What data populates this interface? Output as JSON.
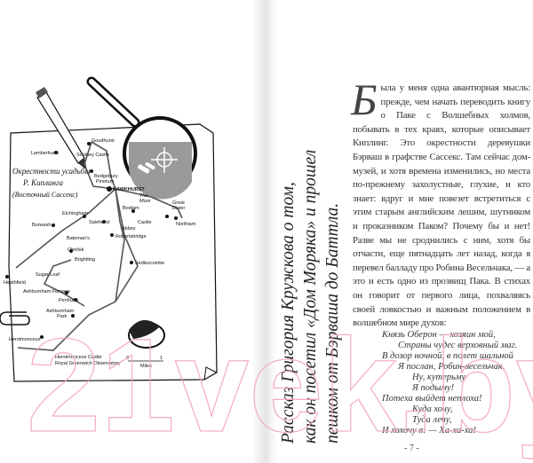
{
  "left_page": {
    "map": {
      "caption_lines": [
        "Окрестности усадьбы",
        "Р. Киплинга",
        "(Восточный Сассекс)"
      ],
      "labels": [
        "Goudhurst",
        "Lamberhurst",
        "Scotney Castle",
        "Bedgebury",
        "Pinetum",
        "HAWKHURST",
        "The",
        "Moor",
        "Great",
        "Dixter",
        "Bodiam",
        "Castle",
        "Northiam",
        "Etchingham",
        "Burwash",
        "Salehurst",
        "Abbey",
        "Bateman's",
        "Robertsbridge",
        "Obelisk",
        "Brightling",
        "Heathfield",
        "Sugar Loaf",
        "Sedlescombe",
        "Ashburnham Furnace",
        "Penhurst",
        "Ashburnham",
        "Park",
        "Herstmonceux",
        "Herstmonceux Castle",
        "Royal Greenwich Observatory",
        "Miles",
        "0",
        "1"
      ],
      "scale_label": "Miles"
    }
  },
  "right_page": {
    "vertical_title": [
      "Рассказ Григория Кружкова о том,",
      "как он посетил «Дом Моряка» и прошел",
      "пешком от Бэрваша до Баттла."
    ],
    "drop_cap": "Б",
    "body_text": "ыла у меня одна авантюрная мысль: прежде, чем начать переводить книгу о Паке с Волшебных холмов, побывать в тех краях, которые описывает Киплинг. Это окрестности деревушки Бэрваш в графстве Сассекс. Там сейчас дом-музей, и хотя времена изменились, но места по-прежнему захолустные, глухие, и кто знает: вдруг и мне повезет встретиться с этим старым английским лешим, шутником и проказником Паком? Почему бы и нет! Разве мы не сроднились с ним, хотя бы отчасти, еще пятнадцать лет назад, когда я перевел балладу про Робина Весельчака, — а это и есть одно из прозвищ Пака. В стихах он говорит от первого лица, похваляясь своей ловкостью и важным положением в волшебном мире духов:",
    "poem": [
      "Князь Оберон — хозяин мой,",
      "Страны чудес верховный маг.",
      "В дозор ночной, в полет шальной",
      "Я послан, Робин-весельчак.",
      "Ну, кутерьму",
      "Я подыму!",
      "Потеха выйдет неплоха!",
      "Куда хочу,",
      "Туда лечу,",
      "И хохочу я: — Ха-ха-ха!"
    ],
    "page_number": "- 7 -"
  },
  "watermark": "21vek.by",
  "colors": {
    "watermark": "#f4a6c4",
    "ink": "#222222",
    "lens": "#9a9a9a"
  }
}
